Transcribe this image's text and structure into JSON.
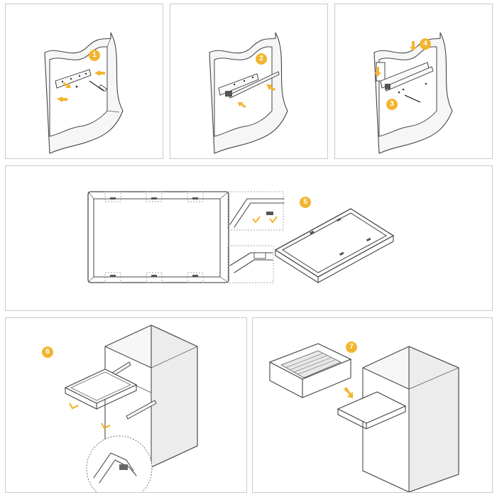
{
  "colors": {
    "accent": "#f2b530",
    "line": "#444444",
    "panel_border": "#c9c9c9",
    "arrow": "#f2b530"
  },
  "steps": [
    {
      "number": "1",
      "icon": "wall-mount-rail-icon"
    },
    {
      "number": "2",
      "icon": "slide-rail-attach-icon"
    },
    {
      "number": "3",
      "icon": "screw-icon"
    },
    {
      "number": "4",
      "icon": "insert-arrow-icon"
    },
    {
      "number": "5",
      "icon": "frame-assembly-icon"
    },
    {
      "number": "6",
      "icon": "frame-insert-icon"
    },
    {
      "number": "7",
      "icon": "basket-placement-icon"
    }
  ]
}
